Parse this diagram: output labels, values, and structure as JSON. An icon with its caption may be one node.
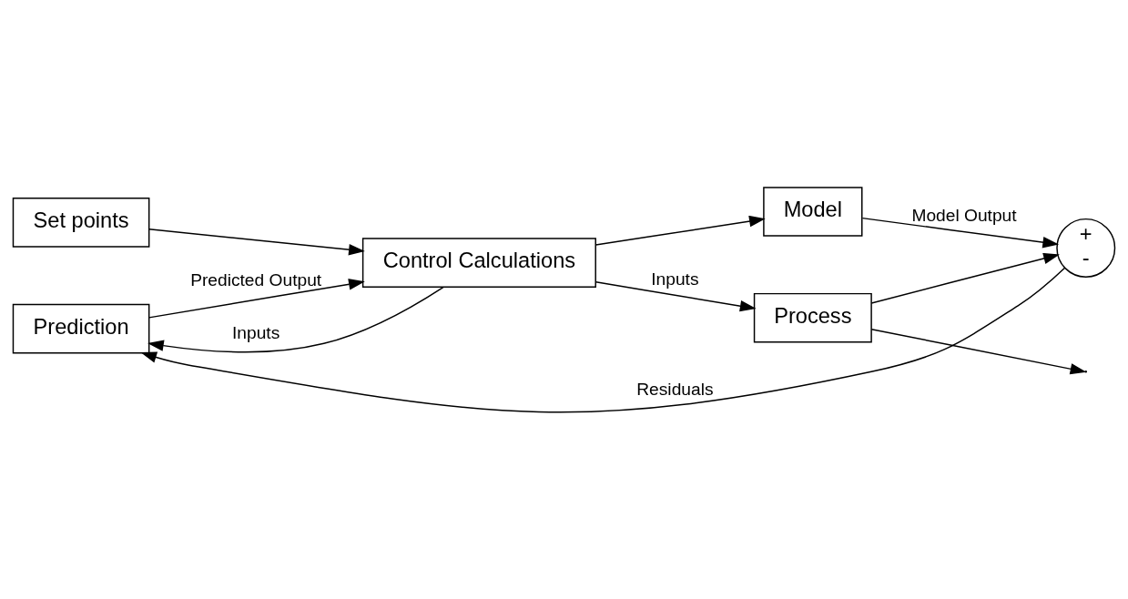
{
  "diagram": {
    "nodes": [
      {
        "text": [
          "Set points"
        ]
      },
      {
        "text": [
          "Prediction"
        ]
      },
      {
        "text": [
          "Control Calculations"
        ]
      },
      {
        "text": [
          "Process"
        ]
      },
      {
        "text": [
          "Model"
        ]
      },
      {
        "text": [
          "+",
          "-"
        ]
      }
    ],
    "edges": [
      {
        "from": 0,
        "to": 2,
        "arrow": "to"
      },
      {
        "from": 1,
        "to": 2,
        "arrow": "to",
        "label": "Predicted Output"
      },
      {
        "from": 2,
        "to": 3,
        "arrow": "to",
        "label": "Inputs"
      },
      {
        "from": 2,
        "to": 4,
        "arrow": "to"
      },
      {
        "from": 2,
        "to": 1,
        "arrow": "to",
        "label": "Inputs"
      },
      {
        "from": 3,
        "to": null,
        "arrow": "to"
      },
      {
        "from": 3,
        "to": 5,
        "arrow": "to"
      },
      {
        "from": 4,
        "to": 5,
        "arrow": "to",
        "label": "Model Output"
      },
      {
        "from": 5,
        "to": 1,
        "arrow": "to",
        "label": "Residuals"
      }
    ]
  }
}
